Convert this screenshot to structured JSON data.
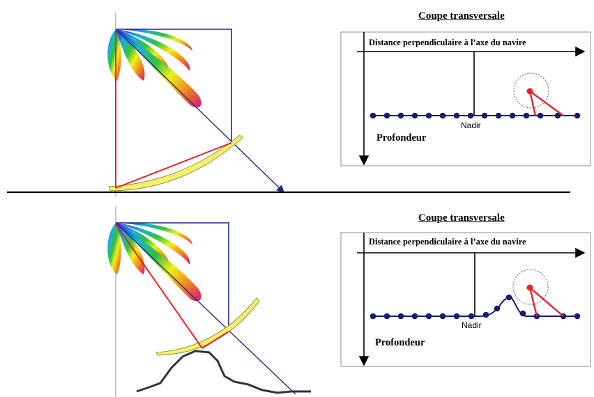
{
  "colors": {
    "ray_red": "#e8222a",
    "ray_blue": "#1f2a8c",
    "footprint_yellow": "#f4ef6e",
    "footprint_outline": "#7a7a20",
    "seabed": "#000000",
    "terrain": "#333333",
    "profile_navy": "#141a7a",
    "target_red": "#e8222a"
  },
  "icons": {
    "fan_beam": "multibeam-fan-icon",
    "target": "target-circle-icon"
  },
  "panels": {
    "top": {
      "title": "Coupe transversale",
      "axis_label": "Distance perpendiculaire à l’axe du navire",
      "depth_label": "Profondeur",
      "nadir_label": "Nadir"
    },
    "bottom": {
      "title": "Coupe transversale",
      "axis_label": "Distance perpendiculaire à l’axe du navire",
      "depth_label": "Profondeur",
      "nadir_label": "Nadir"
    }
  }
}
